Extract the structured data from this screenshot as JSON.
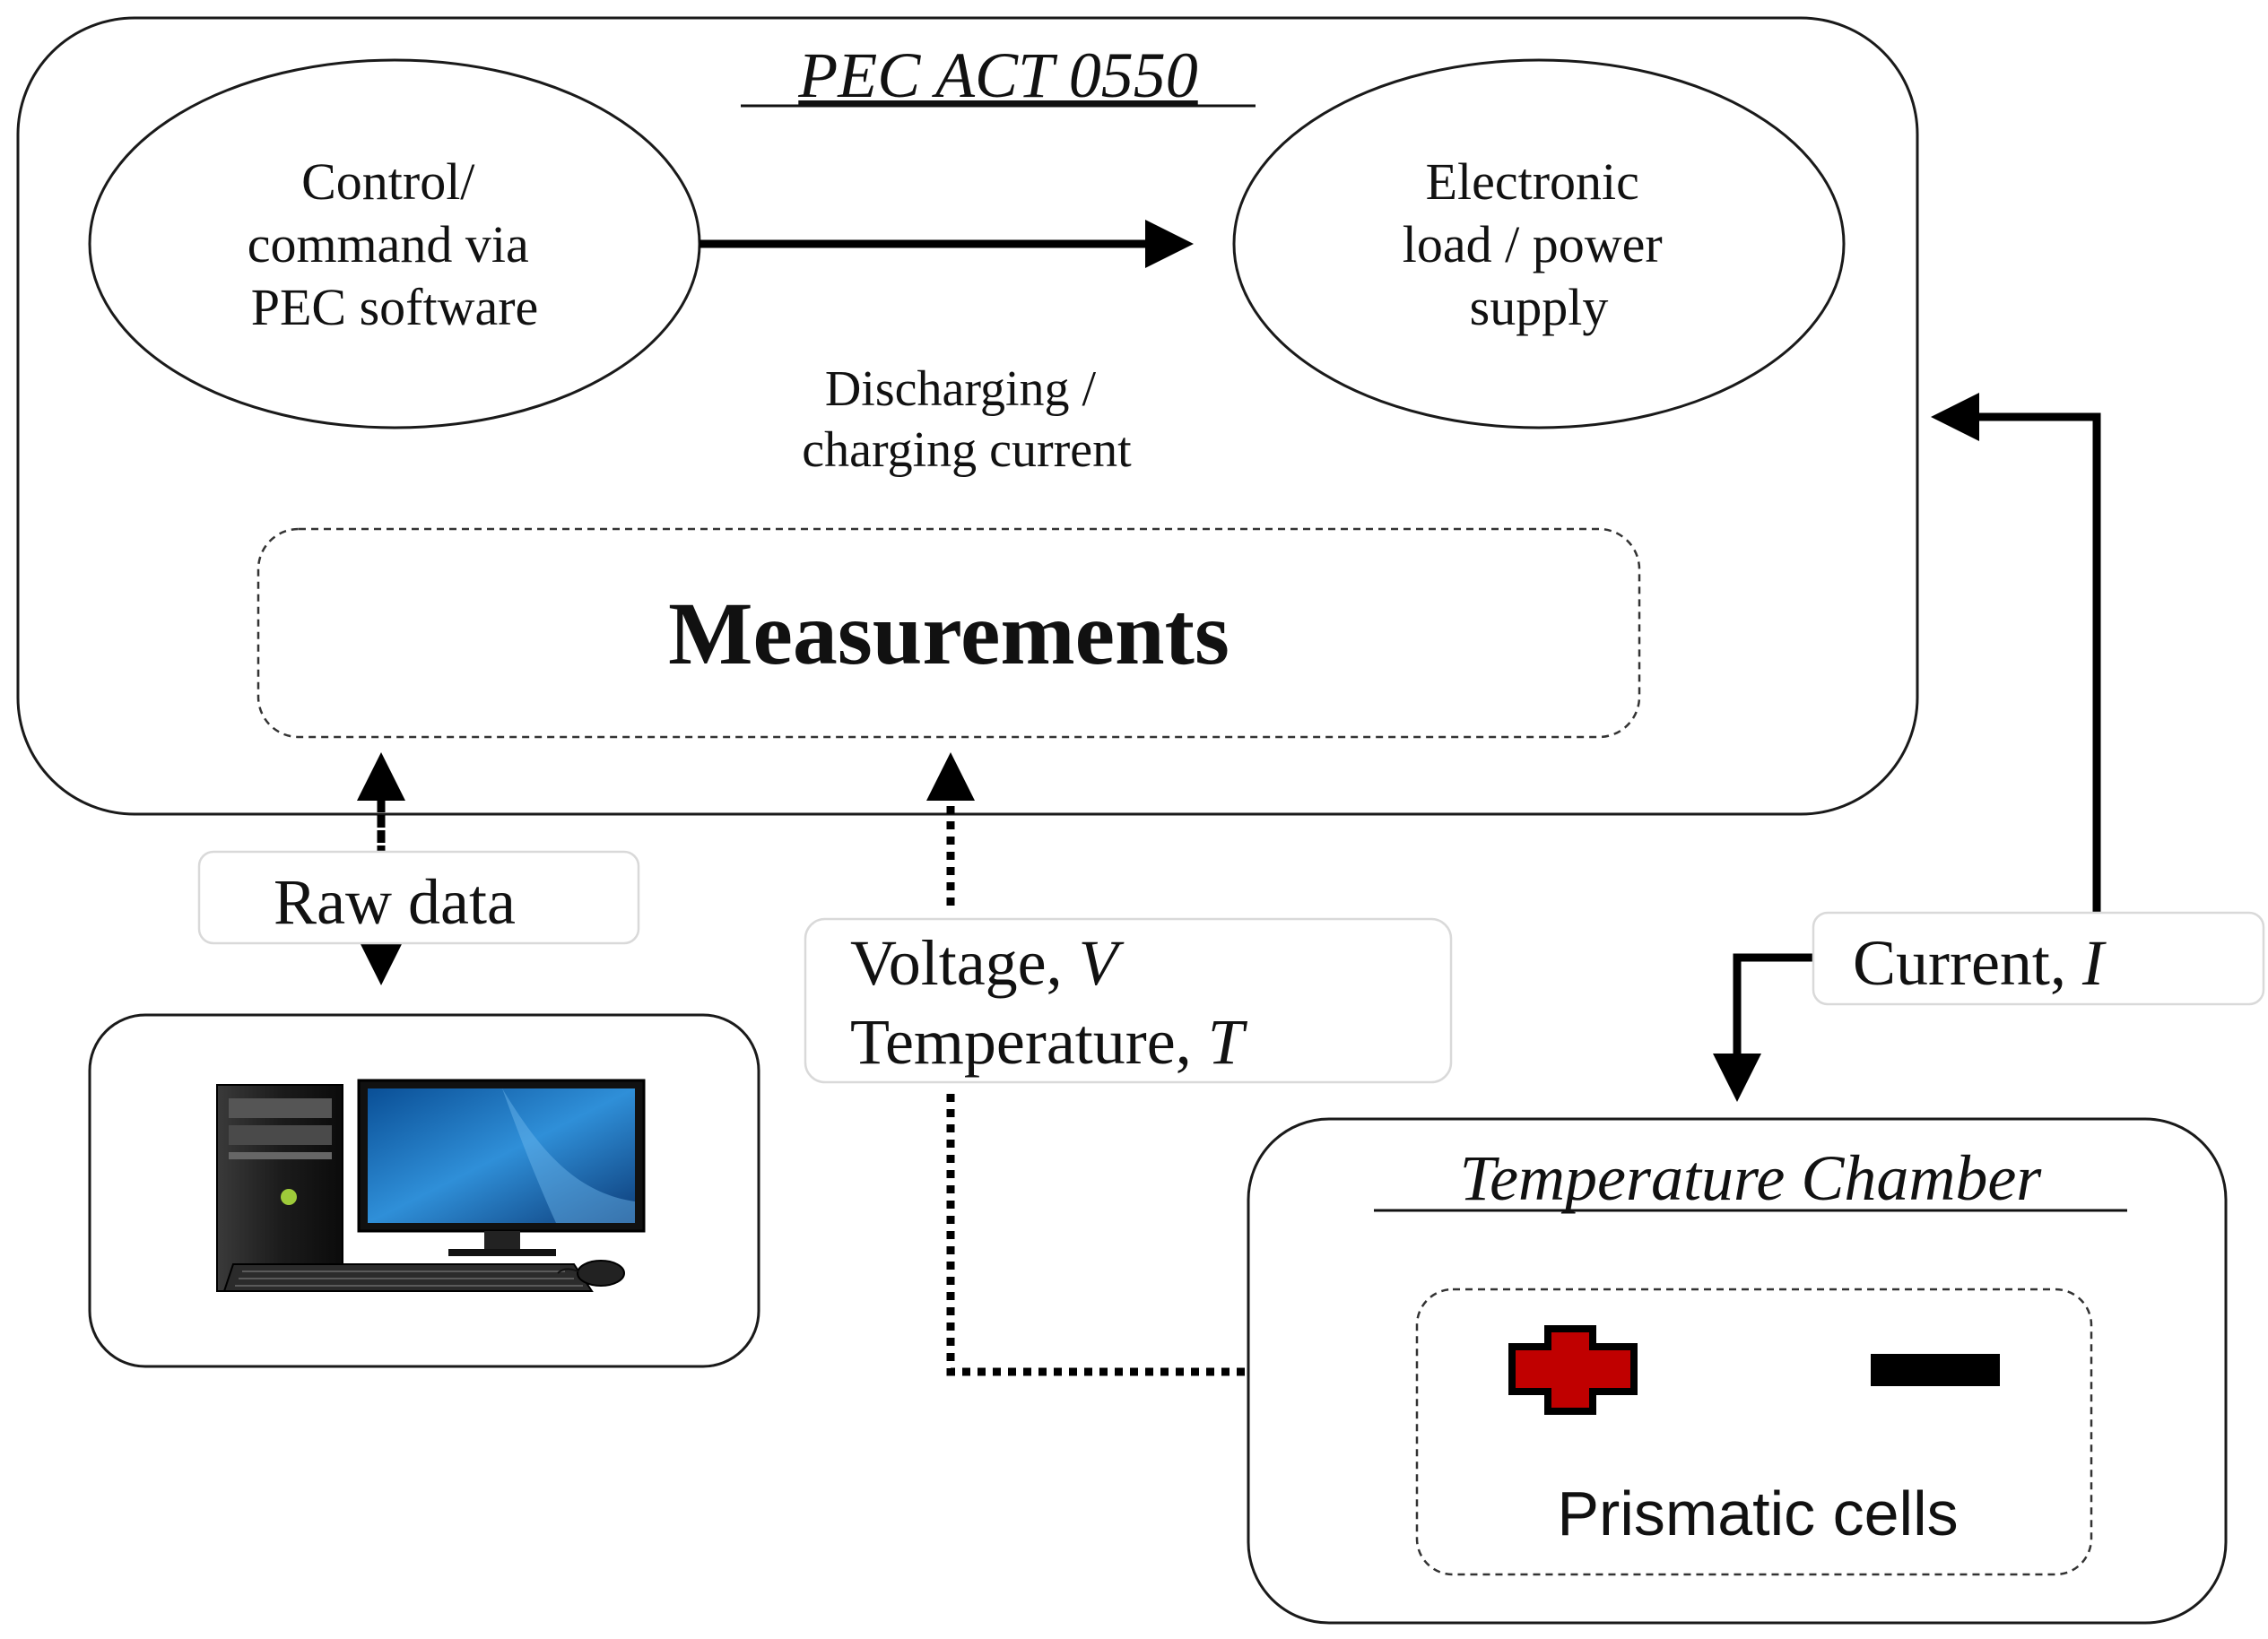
{
  "pec_box": {
    "title": "PEC ACT 0550",
    "control_node": [
      "Control/",
      "command via",
      "PEC software"
    ],
    "load_node": [
      "Electronic",
      "load / power",
      "supply"
    ],
    "current_note": [
      "Discharging /",
      "charging current"
    ],
    "measurements": "Measurements"
  },
  "raw_data_label": "Raw data",
  "voltage_temp_label": {
    "voltage": "Voltage, ",
    "voltage_symbol": "V",
    "temperature": "Temperature, ",
    "temperature_symbol": "T"
  },
  "current_label": {
    "text": "Current, ",
    "symbol": "I"
  },
  "chamber": {
    "title": "Temperature Chamber",
    "cells_label": "Prismatic cells",
    "positive_terminal_color": "#c00000",
    "negative_terminal_color": "#000000"
  },
  "icons": {
    "computer": "desktop-computer-icon",
    "positive": "plus-terminal-icon",
    "negative": "minus-terminal-icon"
  }
}
